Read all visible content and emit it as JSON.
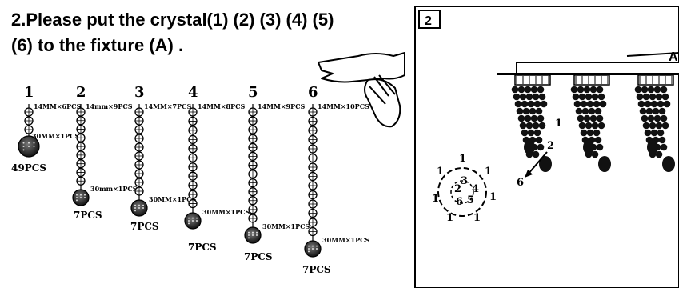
{
  "instruction": {
    "line1": "2.Please put the crystal(1) (2) (3) (4) (5)",
    "line2": "(6) to the fixture (A) ."
  },
  "strands": [
    {
      "number": "1",
      "spec_top": "14MM×6PCS",
      "spec_bottom": "30MM×1PCS",
      "quantity": "49PCS"
    },
    {
      "number": "2",
      "spec_top": "14mm×9PCS",
      "spec_bottom": "30mm×1PCS",
      "quantity": "7PCS"
    },
    {
      "number": "3",
      "spec_top": "14MM×7PCS",
      "spec_bottom": "30MM×1PCS",
      "quantity": "7PCS"
    },
    {
      "number": "4",
      "spec_top": "14MM×8PCS",
      "spec_bottom": "30MM×1PCS",
      "quantity": "7PCS"
    },
    {
      "number": "5",
      "spec_top": "14MM×9PCS",
      "spec_bottom": "30MM×1PCS",
      "quantity": "7PCS"
    },
    {
      "number": "6",
      "spec_top": "14MM×10PCS",
      "spec_bottom": "30MM×1PCS",
      "quantity": "7PCS"
    }
  ],
  "panel": {
    "step": "2",
    "fixture_label": "A",
    "callout_1": "1",
    "callout_2": "2",
    "callout_6": "6",
    "ring_labels": [
      "1",
      "1",
      "1",
      "1",
      "1",
      "1",
      "1",
      "2",
      "3",
      "4",
      "5",
      "6"
    ]
  },
  "colors": {
    "ink": "#000000",
    "background": "#ffffff"
  }
}
